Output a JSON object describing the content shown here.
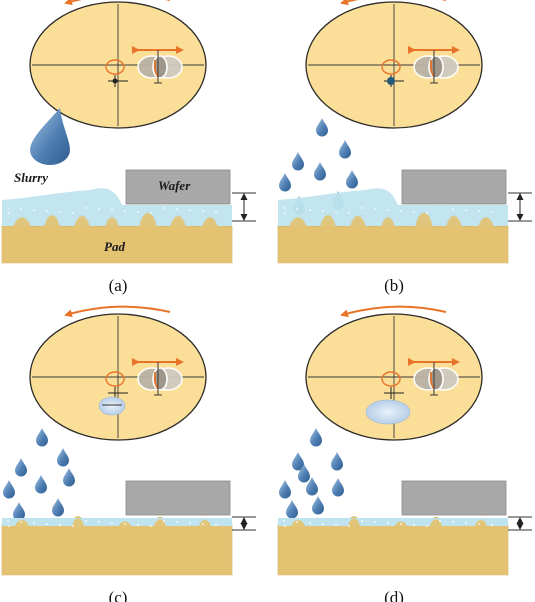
{
  "figure": {
    "labels": {
      "slurry": "Slurry",
      "wafer": "Wafer",
      "pad": "Pad"
    },
    "panels": [
      {
        "caption": "(a)",
        "droplet_count": 1,
        "residue": "none",
        "gap": "large"
      },
      {
        "caption": "(b)",
        "droplet_count": 8,
        "residue": "dot",
        "gap": "large"
      },
      {
        "caption": "(c)",
        "droplet_count": 8,
        "residue": "small-ellipse",
        "gap": "small"
      },
      {
        "caption": "(d)",
        "droplet_count": 9,
        "residue": "large-ellipse",
        "gap": "small"
      }
    ],
    "colors": {
      "pad_tan": "#e3c372",
      "pad_light": "#fbdf98",
      "slurry_blue": "#bfe4ef",
      "droplet_blue": "#4f7fb3",
      "wafer_gray": "#a9a9a9",
      "arrow_orange": "#e8742a",
      "residue_blue": "#c9dcf0"
    }
  }
}
